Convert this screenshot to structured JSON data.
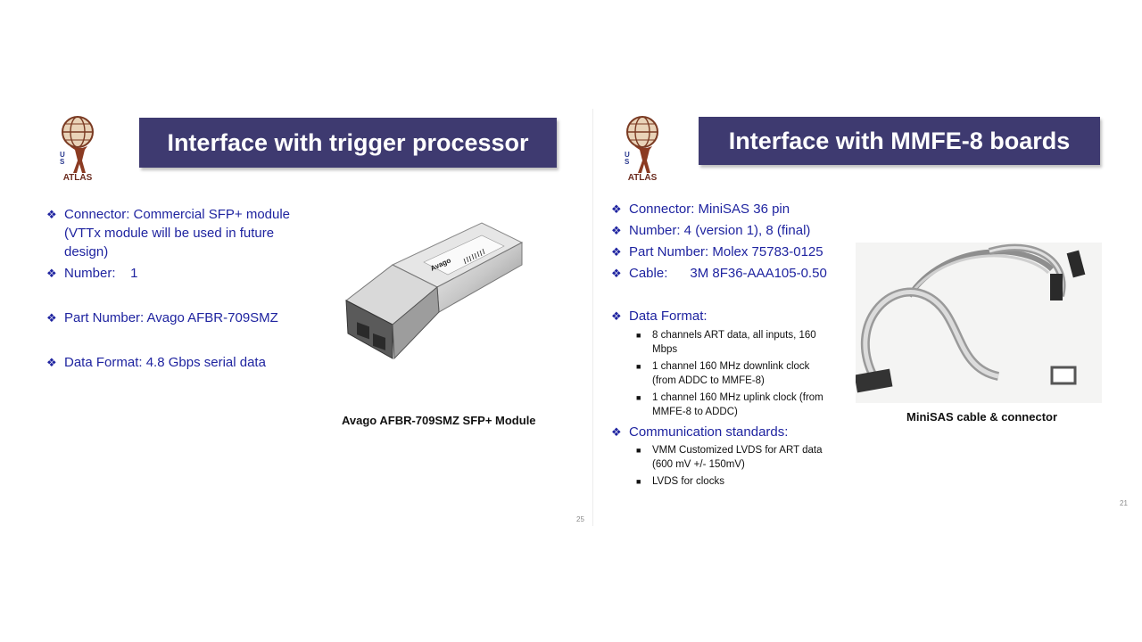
{
  "left_slide": {
    "title": "Interface with trigger processor",
    "logo_us": "U\nS",
    "logo_text": "ATLAS",
    "bullets": [
      "Connector:  Commercial SFP+ module (VTTx module will be used in future design)",
      "Number:    1",
      "Part Number: Avago AFBR-709SMZ",
      "Data Format: 4.8 Gbps serial data"
    ],
    "module_label": "Avago",
    "caption": "Avago AFBR-709SMZ SFP+ Module",
    "page_number": "25"
  },
  "right_slide": {
    "title": "Interface with MMFE-8 boards",
    "logo_us": "U\nS",
    "logo_text": "ATLAS",
    "bullets": [
      "Connector:  MiniSAS 36 pin",
      "Number: 4 (version 1), 8 (final)",
      "Part Number: Molex 75783-0125",
      "Cable:      3M 8F36-AAA105-0.50",
      "Data Format:",
      "Communication standards:"
    ],
    "data_format_subs": [
      "8 channels ART data, all inputs, 160 Mbps",
      "1 channel 160 MHz downlink clock (from ADDC to MMFE-8)",
      "1 channel 160 MHz uplink clock (from MMFE-8 to ADDC)"
    ],
    "comm_subs": [
      "VMM Customized LVDS for ART data (600 mV +/- 150mV)",
      "LVDS for clocks"
    ],
    "caption": "MiniSAS cable & connector",
    "page_number": "21"
  }
}
